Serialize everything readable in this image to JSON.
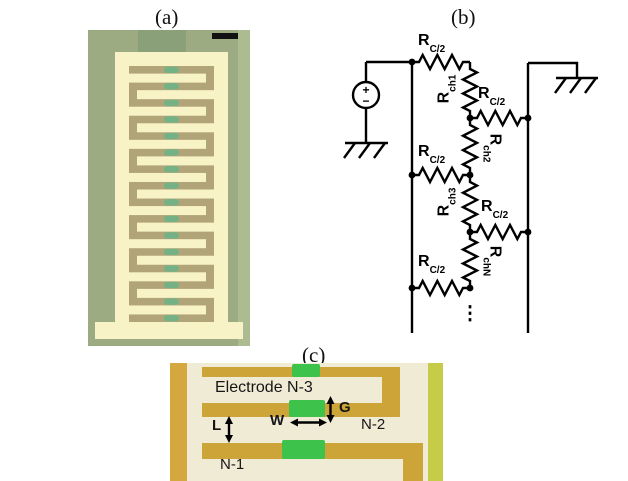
{
  "panels": {
    "a_label": "(a)",
    "b_label": "(b)",
    "c_label": "(c)"
  },
  "micrograph_a": {
    "background_color": "#9cab82",
    "edge_strip_color": "#adbb90",
    "dark_patch_color": "#89a078",
    "electrode_color": "#f8f2c7",
    "gap_color": "#b2a479",
    "channel_dot_color": "#74b286",
    "scale_bar_color": "#121212",
    "finger_count": 15,
    "dot_count": 16
  },
  "circuit_b": {
    "rc": {
      "base": "R",
      "sub": "C/2"
    },
    "rch1": {
      "base": "R",
      "sub": "ch1"
    },
    "rch2": {
      "base": "R",
      "sub": "ch2"
    },
    "rch3": {
      "base": "R",
      "sub": "ch3"
    },
    "rchN": {
      "base": "R",
      "sub": "chN"
    },
    "source_plus": "+",
    "source_minus": "−",
    "continuation": "⋮",
    "line_color": "#000000"
  },
  "micrograph_c": {
    "electrode_label": "Electrode N-3",
    "gap_label": "G",
    "width_label": "W",
    "length_label": "L",
    "n2_label": "N-2",
    "n1_label": "N-1",
    "substrate_color": "#f0ebd5",
    "metal_color": "#cda437",
    "metal_color_left": "#d4a83e",
    "semiconductor_color": "#3dc24c",
    "edge_band_color": "#c6cb48",
    "arrow_color": "#000000"
  }
}
